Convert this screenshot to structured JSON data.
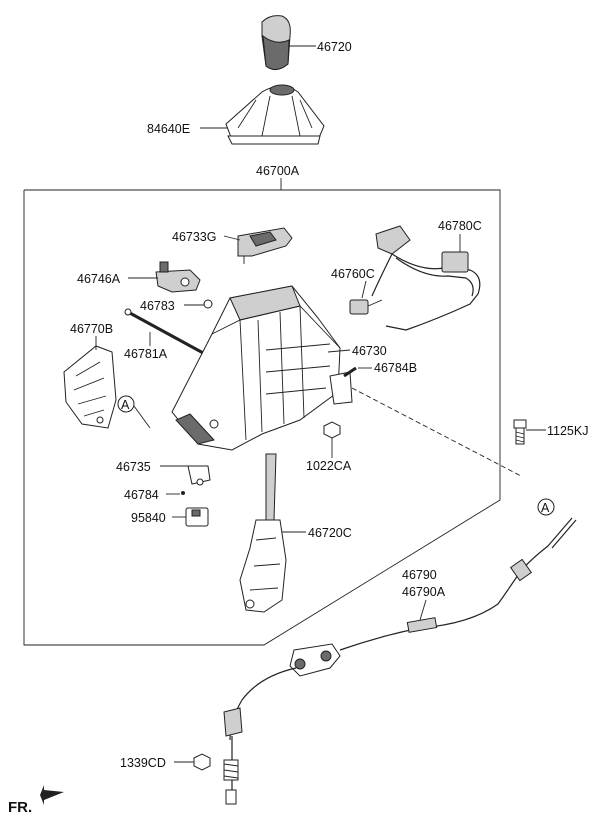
{
  "parts": {
    "p46720": "46720",
    "p84640E": "84640E",
    "p46700A": "46700A",
    "p46733G": "46733G",
    "p46780C": "46780C",
    "p46746A": "46746A",
    "p46760C": "46760C",
    "p46783": "46783",
    "p46770B": "46770B",
    "p46781A": "46781A",
    "p46730": "46730",
    "p46784B": "46784B",
    "p1125KJ": "1125KJ",
    "p1022CA": "1022CA",
    "p46735": "46735",
    "p46784": "46784",
    "p95840": "95840",
    "p46720C": "46720C",
    "p46790": "46790",
    "p46790A": "46790A",
    "p1339CD": "1339CD"
  },
  "refs": {
    "a1": "A",
    "a2": "A"
  },
  "direction": {
    "front": "FR."
  }
}
